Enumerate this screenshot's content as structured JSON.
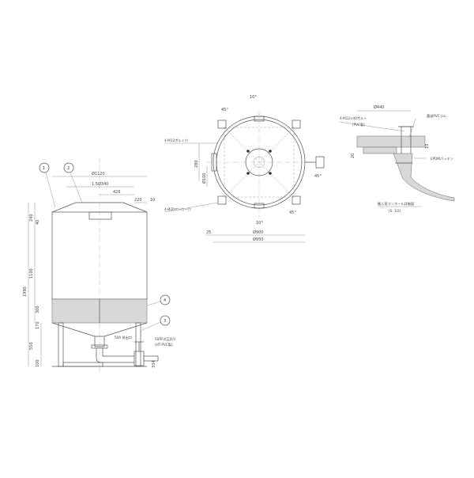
{
  "side_view": {
    "dims": {
      "total_height": "1990",
      "lid_height": "240",
      "lid_rim": "40",
      "body_height": "1100",
      "band_height": "300",
      "leg_gap": "170",
      "leg_height": "550",
      "base": "100",
      "outlet_height": "334",
      "diameter": "Ø1120",
      "inner_diameter": "1.5Ø340",
      "offset_426": "426",
      "offset_220": "220",
      "offset_10": "10"
    },
    "callouts": [
      "1",
      "2",
      "4",
      "3"
    ],
    "notes": {
      "drain": "50A 排出口",
      "valve_line1": "50ÅF式玉形V",
      "valve_line2": "(HT-PVC製)"
    }
  },
  "top_view": {
    "angles": {
      "top": "10°",
      "upper_left": "45°",
      "right": "45°",
      "lower_right": "45°",
      "bottom": "10°"
    },
    "dims": {
      "d_900": "Ø900",
      "d_950": "Ø950",
      "d_25": "25",
      "d_280": "280",
      "d_100": "Ø100"
    },
    "labels": {
      "bolt": "4-M12ボルト穴",
      "anchor": "4-Ø20アンカー穴"
    }
  },
  "detail_view": {
    "dims": {
      "width": "Ø440",
      "d_20": "20",
      "d_10": "10"
    },
    "labels": {
      "bolt": "4-M12×40ボルト",
      "bolt_mat": "(PVC製)",
      "cover": "蓋部PVCコム",
      "packing": "EPDMパッキン",
      "title": "搬入用マンホール詳細図",
      "scale": "(S: 1/2)"
    }
  }
}
